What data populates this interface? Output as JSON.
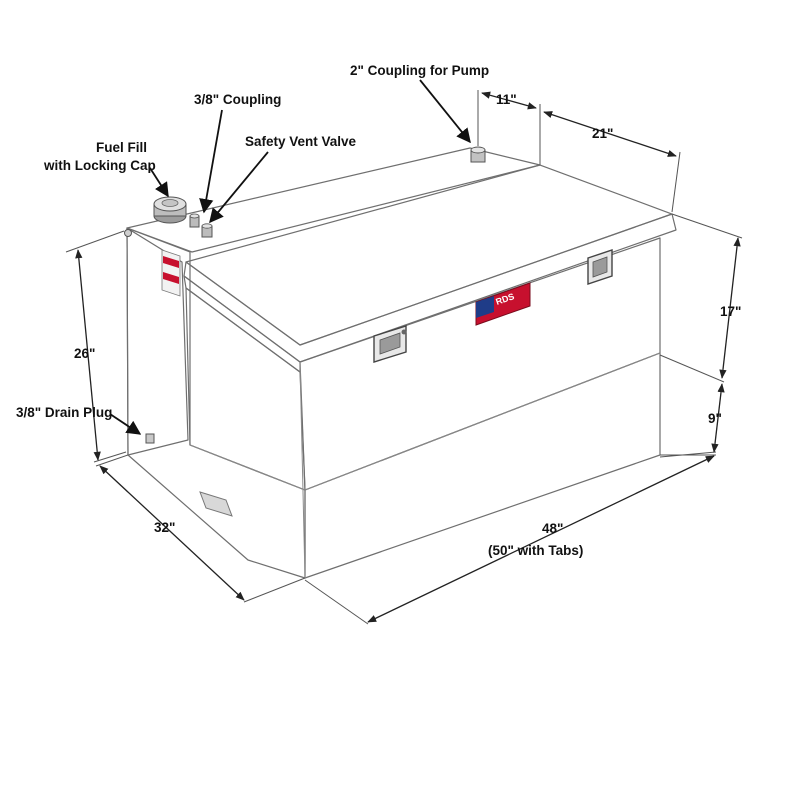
{
  "colors": {
    "plate_light": "#d6d6d6",
    "plate_mid": "#bdbdbd",
    "plate_dark": "#a9a9a9",
    "badge_red": "#c7102e",
    "badge_blue": "#1f3c88",
    "dimension_line": "#222222"
  },
  "callouts": {
    "fuel_fill_line1": "Fuel Fill",
    "fuel_fill_line2": "with Locking Cap",
    "coupling_38": "3/8\" Coupling",
    "safety_vent": "Safety Vent Valve",
    "coupling_pump": "2\" Coupling for Pump",
    "drain_plug": "3/8\" Drain Plug"
  },
  "dimensions": {
    "height_total": "26\"",
    "depth": "32\"",
    "length_line1": "48\"",
    "length_line2": "(50\" with Tabs)",
    "lid_height": "17\"",
    "base_height": "9\"",
    "tank_section_width": "11\"",
    "lid_section_depth": "21\""
  },
  "badge": {
    "text": "RDS"
  },
  "icons": {
    "fuel_cap": "fuel-cap-icon",
    "latch": "t-handle-latch-icon",
    "warning_label": "warning-label-icon",
    "brand_badge": "flag-badge-icon"
  }
}
